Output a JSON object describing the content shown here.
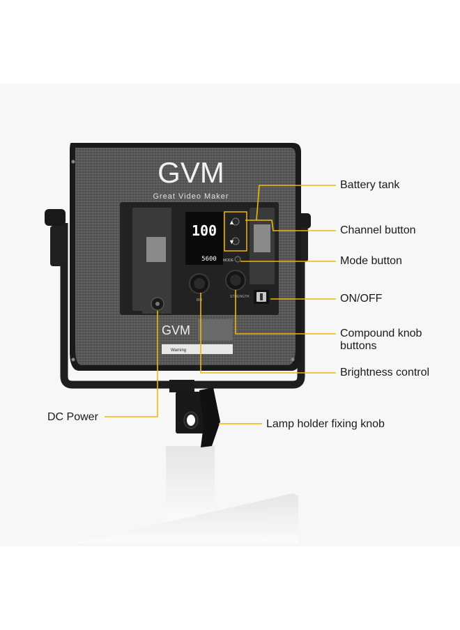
{
  "colors": {
    "leader_line": "#f2b705",
    "panel": "#5a5a5a",
    "frame": "#1c1c1c",
    "lcd": "#0a0a0a",
    "lcd_text": "#ffffff"
  },
  "product": {
    "brand": "GVM",
    "tagline": "Great Video Maker",
    "lcd_readout": "100",
    "lcd_kelvin": "5600",
    "mode_label": "MODE",
    "knob_left_label": "BRI",
    "knob_right_label": "STRENGTH",
    "small_brand": "GVM",
    "warning_label": "Warning"
  },
  "callouts": [
    {
      "id": "battery-tank",
      "label": "Battery tank"
    },
    {
      "id": "channel-button",
      "label": "Channel button"
    },
    {
      "id": "mode-button",
      "label": "Mode button"
    },
    {
      "id": "on-off",
      "label": "ON/OFF"
    },
    {
      "id": "compound-knob",
      "label": "Compound knob buttons"
    },
    {
      "id": "brightness-control",
      "label": "Brightness control"
    },
    {
      "id": "dc-power",
      "label": "DC Power"
    },
    {
      "id": "lamp-holder-knob",
      "label": "Lamp holder fixing knob"
    }
  ]
}
